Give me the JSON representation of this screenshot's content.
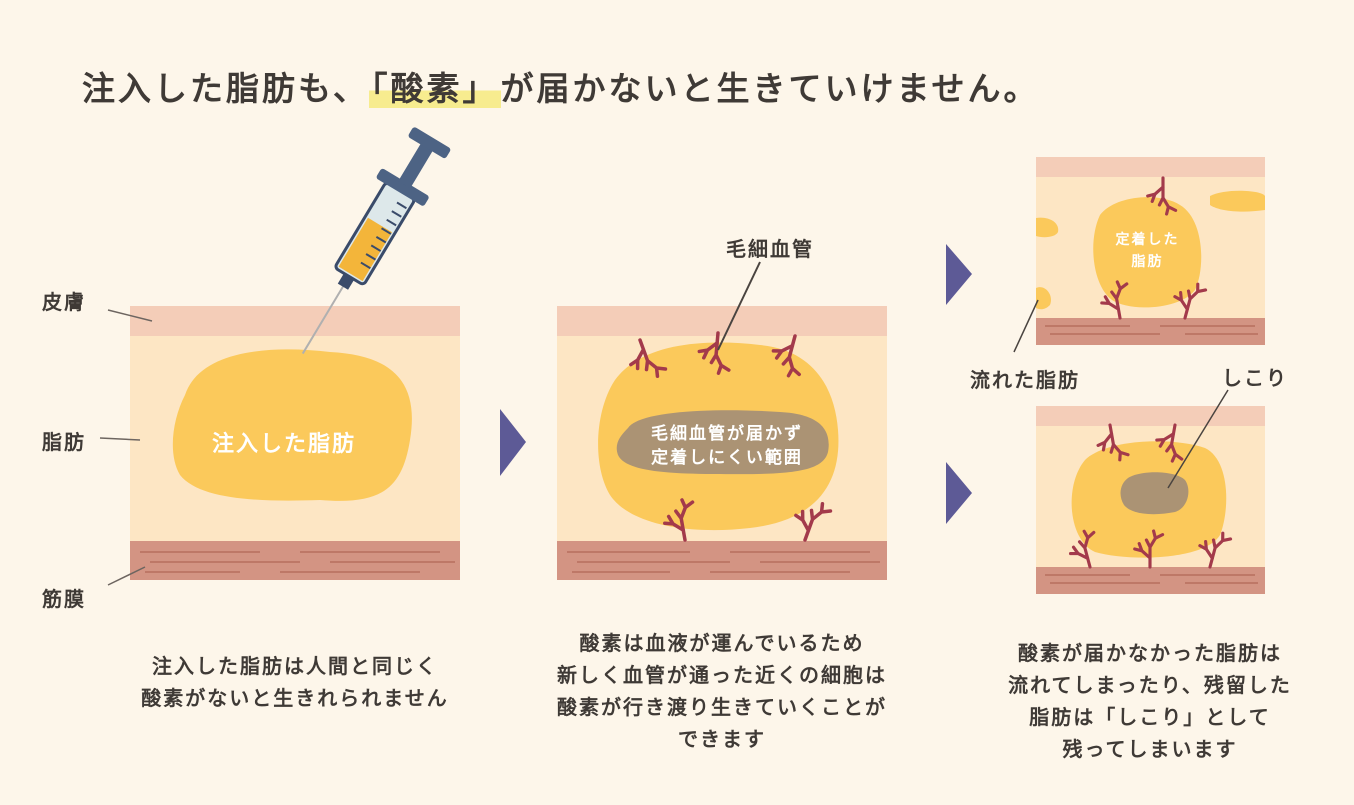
{
  "title": {
    "before": "注入した脂肪も、",
    "highlight": "「酸素」",
    "after": "が届かないと生きていけません。"
  },
  "panel1": {
    "label_skin": "皮膚",
    "label_fat": "脂肪",
    "label_fascia": "筋膜",
    "blob_text": "注入した脂肪",
    "caption": [
      "注入した脂肪は人間と同じく",
      "酸素がないと生きれられません"
    ]
  },
  "panel2": {
    "label_capillary": "毛細血管",
    "area_text": [
      "毛細血管が届かず",
      "定着しにくい範囲"
    ],
    "caption": [
      "酸素は血液が運んでいるため",
      "新しく血管が通った近くの細胞は",
      "酸素が行き渡り生きていくことが",
      "できます"
    ]
  },
  "panel3": {
    "top_blob_text": [
      "定着した",
      "脂肪"
    ],
    "label_flowed_fat": "流れた脂肪",
    "label_lump": "しこり",
    "caption": [
      "酸素が届かなかった脂肪は",
      "流れてしまったり、残留した",
      "脂肪は「しこり」として",
      "残ってしまいます"
    ]
  },
  "colors": {
    "background": "#fdf6ea",
    "skin": "#f4cdb8",
    "fat_layer": "#fde6c4",
    "fat_blob": "#fbc95b",
    "fascia": "#d39483",
    "vessel": "#a33a4b",
    "arrow": "#5d5a96",
    "lump": "#ab9374",
    "highlight": "#f7ec8f"
  }
}
